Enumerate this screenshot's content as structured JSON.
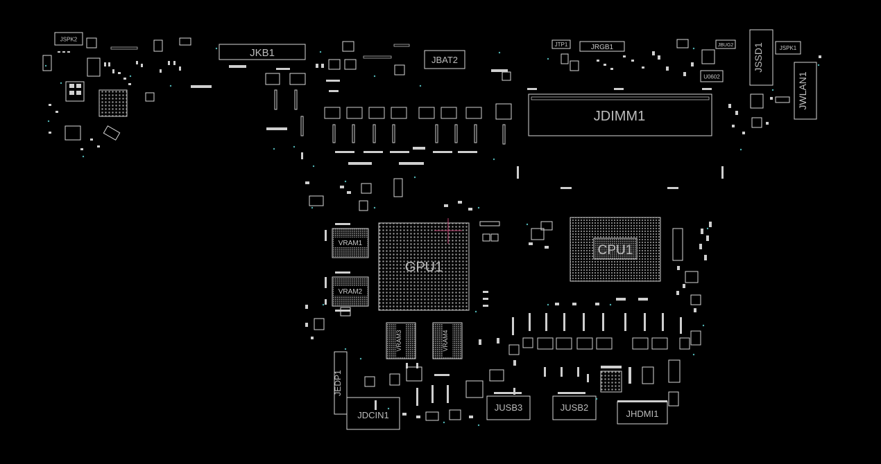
{
  "labels": {
    "jspk2": "JSPK2",
    "jkb1": "JKB1",
    "jbat2": "JBAT2",
    "jtp1": "JTP1",
    "jrgb1": "JRGB1",
    "jbug2": "JBUG2",
    "jssd1": "JSSD1",
    "jspk1": "JSPK1",
    "jwlan1": "JWLAN1",
    "u0602": "U0602",
    "jdimm1": "JDIMM1",
    "vram1": "VRAM1",
    "vram2": "VRAM2",
    "vram3": "VRAM3",
    "vram4": "VRAM4",
    "gpu1": "GPU1",
    "cpu1": "CPU1",
    "jedp1": "JEDP1",
    "jdcin1": "JDCIN1",
    "jusb3": "JUSB3",
    "jusb2": "JUSB2",
    "jhdmi1": "JHDMI1"
  }
}
